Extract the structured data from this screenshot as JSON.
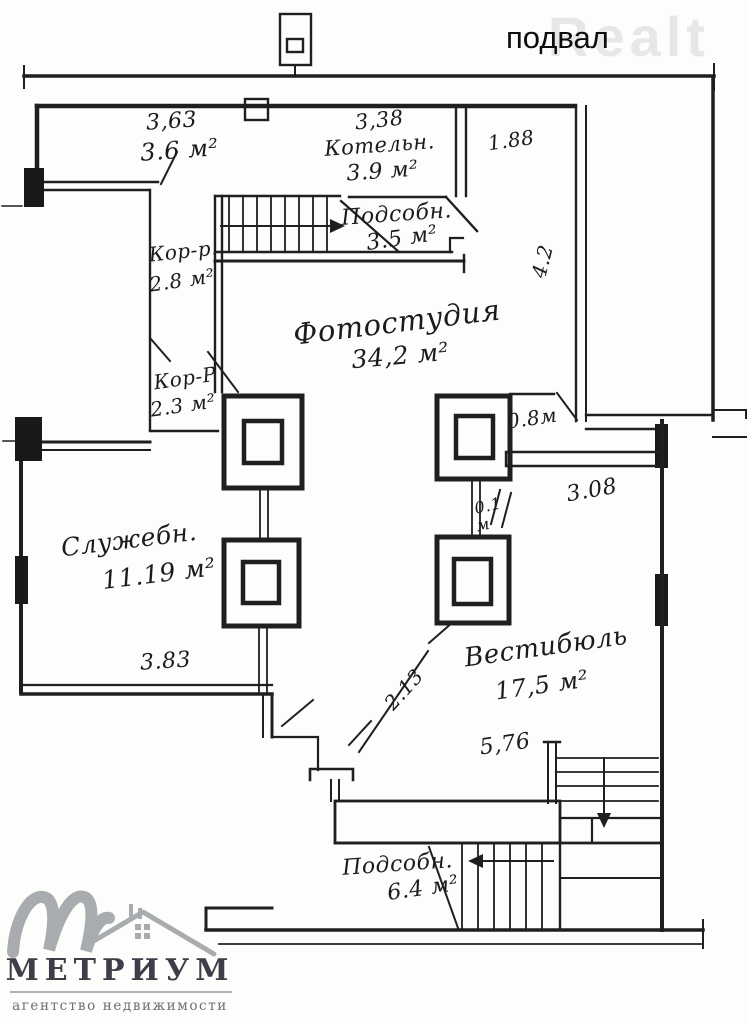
{
  "page": {
    "title": "подвал",
    "watermark": "Realt"
  },
  "plan": {
    "labels": {
      "dim_3_63": "3,63",
      "area_3_6": "3.6 м²",
      "dim_3_38": "3,38",
      "room_kotelnaya": "Котельн.",
      "area_3_9": "3.9 м²",
      "dim_1_88": "1.88",
      "room_podsobnaya_top": "Подсобн.",
      "area_3_5": "3.5 м²",
      "room_koridor_1": "Кор-р.",
      "area_2_8": "2.8 м²",
      "room_fotostudiya": "Фотостудия",
      "area_34_2": "34,2 м²",
      "room_koridor_2": "Кор-Р",
      "area_2_3": "2.3 м²",
      "dim_4_2": "4.2",
      "dim_0_8": "0.8м",
      "dim_3_08": "3.08",
      "dim_0_1": "0.1",
      "dim_0_1_unit": "м",
      "room_sluzhebnaya": "Служебн.",
      "area_11_19": "11.19 м²",
      "dim_3_83": "3.83",
      "dim_2_13": "2.13",
      "room_vestibyul": "Вестибюль",
      "area_17_5": "17,5 м²",
      "dim_5_76": "5,76",
      "room_podsobnaya_bottom": "Подсобн.",
      "area_6_4": "6.4 м²"
    }
  },
  "logo": {
    "name": "МЕТРИУМ",
    "tagline": "агентство недвижимости"
  },
  "colors": {
    "ink": "#1f1f1f",
    "logo_gray": "#a8acaf",
    "logo_text": "#3e3e48",
    "watermark": "#e7e7e7"
  }
}
